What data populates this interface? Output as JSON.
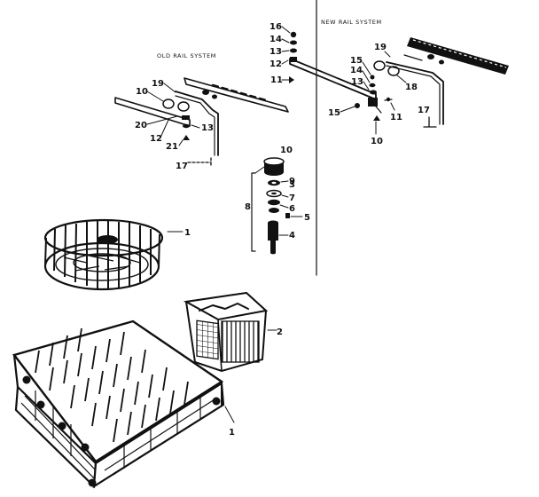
{
  "system_titles": {
    "new": "NEW RAIL SYSTEM",
    "old": "OLD RAIL SYSTEM"
  },
  "callouts": {
    "new_rail": [
      "16",
      "14",
      "13",
      "12",
      "11",
      "15",
      "14",
      "13",
      "15",
      "10",
      "11",
      "17",
      "19",
      "18"
    ],
    "old_rail": [
      "10",
      "19",
      "20",
      "12",
      "13",
      "21",
      "17"
    ],
    "wheel_assembly": [
      "10",
      "9",
      "8",
      "7",
      "6",
      "5",
      "4",
      "3"
    ],
    "racks": [
      "1",
      "2",
      "1"
    ]
  }
}
